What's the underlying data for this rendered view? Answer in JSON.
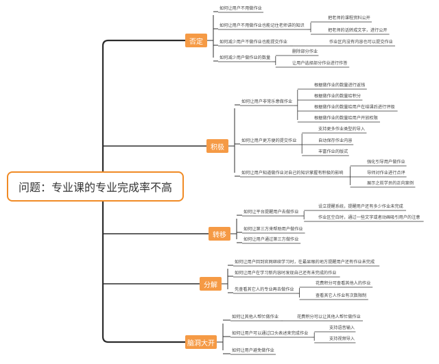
{
  "root": "问题：专业课的专业完成率不高",
  "branches": [
    {
      "label": "否定",
      "items": [
        {
          "text": "如何让用户不用做作业",
          "children": []
        },
        {
          "text": "如何让用户不用做作业也能记住老师讲的知识",
          "children": [
            "把老师的课程资料公开",
            "把老师的话转成文字，进行公开"
          ]
        },
        {
          "text": "如何减少用户不做作业也能提交作业",
          "children": [
            "作业区内没有内容也可以提交作业"
          ]
        },
        {
          "text": "如何减少用户做作业的数量",
          "children": [
            "删除部分作业",
            "让用户选择部分作业进行作答"
          ]
        }
      ]
    },
    {
      "label": "积极",
      "items": [
        {
          "text": "如何让用户非常乐意做作业",
          "children": [
            "根据做作业的数量进行返钱",
            "根据做作业的数量给积分",
            "根据做作业的数量给用户在结课后进行评级",
            "根据做作业的数量给用户开放权限"
          ]
        },
        {
          "text": "如何让用户更方便的提交作业",
          "children": [
            "支持更多作业类型的导入",
            "自动保存作业内容",
            "丰富作业的版式"
          ]
        },
        {
          "text": "如何让用户知道做作业对自己的知识掌握有积极的影响",
          "children": [
            "强化引导用户做作业",
            "导师对作业进行点评",
            "展示之前学员的正向案例"
          ]
        }
      ]
    },
    {
      "label": "转移",
      "items": [
        {
          "text": "如何让平台提醒用户去做作业",
          "children": [
            "设立提醒系统，提醒用户还有多少作业未完成",
            "作业区空白时，通过一些文字或者动画吸引用户的注意"
          ]
        },
        {
          "text": "如何让第三方来帮助用户做作业",
          "children": []
        },
        {
          "text": "如何让用户通过第三方做作业",
          "children": []
        }
      ]
    },
    {
      "label": "分解",
      "items": [
        {
          "text": "如何让用户回到官网继续学习时，在最显眼的地方提醒用户还有作业未完成",
          "children": []
        },
        {
          "text": "如何让用户在学习新内容时发现自己还有未完成的作业",
          "children": []
        },
        {
          "text": "先查看其它人的专业再去做作业",
          "children": [
            "花费积分可查看其他人的作业",
            "查看其它人作业有次数限制"
          ]
        }
      ]
    },
    {
      "label": "脑洞大开",
      "items": [
        {
          "text": "如何让其他人帮忙做作业",
          "children": [
            "花费积分可以让其他人帮忙做作业"
          ]
        },
        {
          "text": "如何让用户可以通过口头表述来完成作业",
          "children": [
            "支持语音输入",
            "支持视频导入"
          ]
        },
        {
          "text": "如何让用户避免做作业",
          "children": []
        }
      ]
    }
  ],
  "colors": {
    "accent": "#f59a45",
    "root_border": "#f08a24",
    "line": "#2b2b2b",
    "text": "#444444"
  }
}
